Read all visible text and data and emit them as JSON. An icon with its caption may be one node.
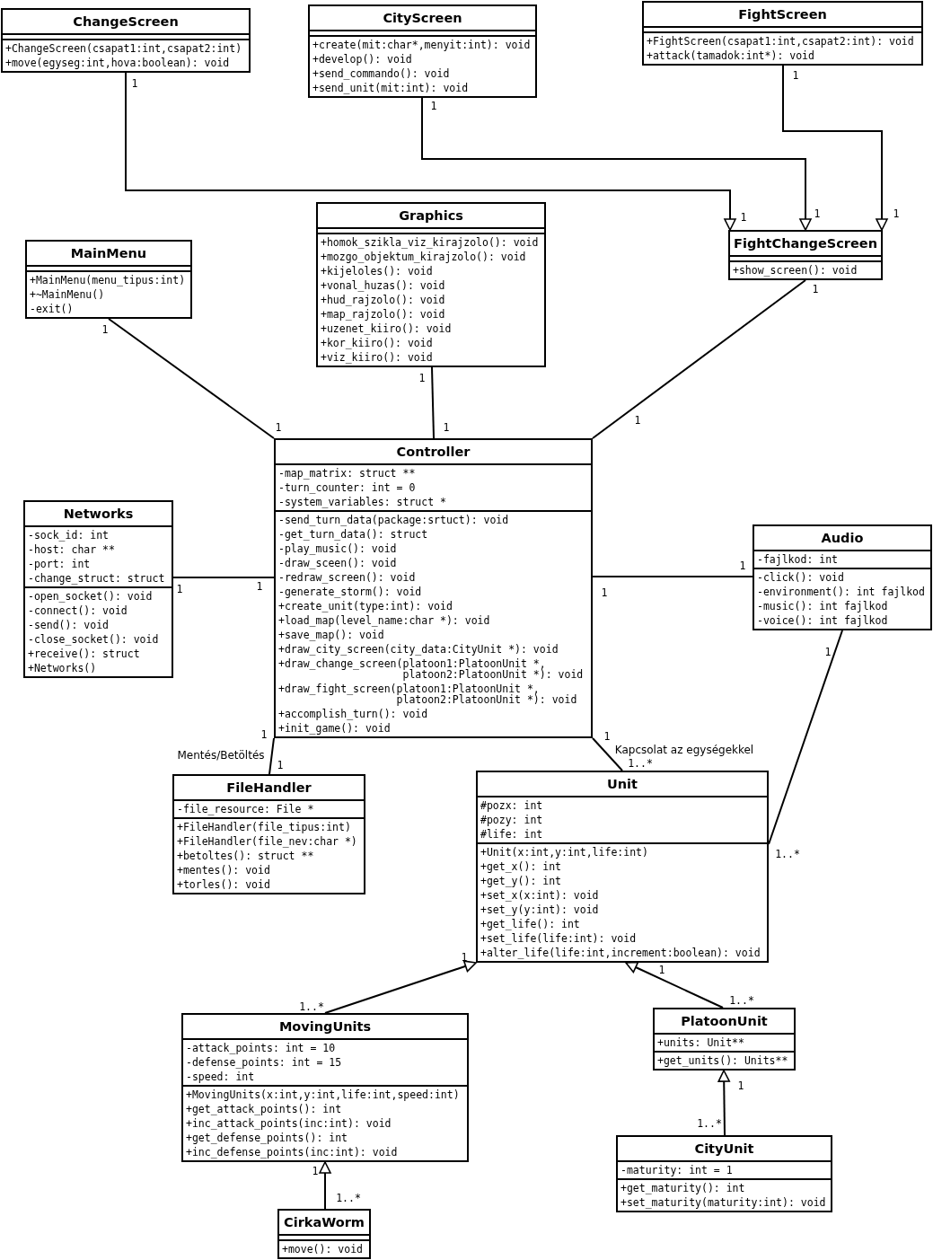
{
  "diagram": {
    "nodes": [
      {
        "text": [
          "ChangeScreen"
        ]
      },
      {
        "text": [],
        "shape": "box",
        "in": 0
      },
      {
        "text": [
          "+ChangeScreen(csapat1:int,csapat2:int)",
          "+move(egyseg:int,hova:boolean): void"
        ],
        "in": 0
      },
      {
        "text": [
          "CityScreen"
        ]
      },
      {
        "text": [],
        "shape": "box",
        "in": 3
      },
      {
        "text": [
          "+create(mit:char*,menyit:int): void",
          "+develop(): void",
          "+send_commando(): void",
          "+send_unit(mit:int): void"
        ],
        "in": 3
      },
      {
        "text": [
          "FightScreen"
        ]
      },
      {
        "text": [],
        "shape": "box",
        "in": 6
      },
      {
        "text": [
          "+FightScreen(csapat1:int,csapat2:int): void",
          "+attack(tamadok:int*): void"
        ],
        "in": 6
      },
      {
        "text": [
          "Graphics"
        ]
      },
      {
        "text": [],
        "shape": "box",
        "in": 9
      },
      {
        "text": [
          "+homok_szikla_viz_kirajzolo(): void",
          "+mozgo_objektum_kirajzolo(): void",
          "+kijeloles(): void",
          "+vonal_huzas(): void",
          "+hud_rajzolo(): void",
          "+map_rajzolo(): void",
          "+uzenet_kiiro(): void",
          "+kor_kiiro(): void",
          "+viz_kiiro(): void"
        ],
        "in": 9
      },
      {
        "text": [
          "FightChangeScreen"
        ]
      },
      {
        "text": [],
        "shape": "box",
        "in": 12
      },
      {
        "text": [
          "+show_screen(): void"
        ],
        "in": 12
      },
      {
        "text": [
          "MainMenu"
        ]
      },
      {
        "text": [],
        "shape": "box",
        "in": 15
      },
      {
        "text": [
          "+MainMenu(menu_tipus:int)",
          "+~MainMenu()",
          "-exit()"
        ],
        "in": 15
      },
      {
        "text": [
          "Controller"
        ]
      },
      {
        "text": [
          "-map_matrix: struct **",
          "-turn_counter: int = 0",
          "-system_variables: struct *"
        ],
        "in": 18
      },
      {
        "text": [
          "-send_turn_data(package:srtuct): void",
          "-get_turn_data(): struct",
          "-play_music(): void",
          "-draw_sceen(): void",
          "-redraw_screen(): void",
          "-generate_storm(): void",
          "+create_unit(type:int): void",
          "+load_map(level_name:char *): void",
          "+save_map(): void",
          "+draw_city_screen(city_data:CityUnit *): void",
          "+draw_change_screen(platoon1:PlatoonUnit *, platoon2:PlatoonUnit *): void",
          "+draw_fight_screen(platoon1:PlatoonUnit *, platoon2:PlatoonUnit *): void",
          "+accomplish_turn(): void",
          "+init_game(): void"
        ],
        "in": 18
      },
      {
        "text": [
          "Networks"
        ]
      },
      {
        "text": [
          "-sock_id: int",
          "-host: char **",
          "-port: int",
          "-change_struct: struct"
        ],
        "in": 21
      },
      {
        "text": [
          "-open_socket(): void",
          "-connect(): void",
          "-send(): void",
          "-close_socket(): void",
          "+receive(): struct",
          "+Networks()"
        ],
        "in": 21
      },
      {
        "text": [
          "Audio"
        ]
      },
      {
        "text": [
          "-fajlkod: int"
        ],
        "in": 24
      },
      {
        "text": [
          "-click(): void",
          "-environment(): int fajlkod",
          "-music(): int fajlkod",
          "-voice(): int fajlkod"
        ],
        "in": 24
      },
      {
        "text": [
          "FileHandler"
        ]
      },
      {
        "text": [
          "-file_resource: File *"
        ],
        "in": 27
      },
      {
        "text": [
          "+FileHandler(file_tipus:int)",
          "+FileHandler(file_nev:char *)",
          "+betoltes(): struct **",
          "+mentes(): void",
          "+torles(): void"
        ],
        "in": 27
      },
      {
        "text": [
          "Unit"
        ]
      },
      {
        "text": [
          "#pozx: int",
          "#pozy: int",
          "#life: int"
        ],
        "in": 30
      },
      {
        "text": [
          "+Unit(x:int,y:int,life:int)",
          "+get_x(): int",
          "+get_y(): int",
          "+set_x(x:int): void",
          "+set_y(y:int): void",
          "+get_life(): int",
          "+set_life(life:int): void",
          "+alter_life(life:int,increment:boolean): void"
        ],
        "in": 30
      },
      {
        "text": [
          "PlatoonUnit"
        ]
      },
      {
        "text": [
          "+units: Unit**"
        ],
        "in": 33
      },
      {
        "text": [
          "+get_units(): Units**"
        ],
        "in": 33
      },
      {
        "text": [
          "MovingUnits"
        ]
      },
      {
        "text": [
          "-attack_points: int = 10",
          "-defense_points: int = 15",
          "-speed: int"
        ],
        "in": 36
      },
      {
        "text": [
          "+MovingUnits(x:int,y:int,life:int,speed:int)",
          "+get_attack_points(): int",
          "+inc_attack_points(inc:int): void",
          "+get_defense_points(): int",
          "+inc_defense_points(inc:int): void"
        ],
        "in": 36
      },
      {
        "text": [
          "CityUnit"
        ]
      },
      {
        "text": [
          "-maturity: int = 1"
        ],
        "in": 39
      },
      {
        "text": [
          "+get_maturity(): int",
          "+set_maturity(maturity:int): void"
        ],
        "in": 39
      },
      {
        "text": [
          "CirkaWorm"
        ]
      },
      {
        "text": [],
        "shape": "box",
        "in": 42
      },
      {
        "text": [
          "+move(): void"
        ],
        "in": 42
      }
    ],
    "edges": [
      {
        "from": 0,
        "to": 12,
        "arrow": "to"
      },
      {
        "from": 3,
        "to": 12,
        "arrow": "to"
      },
      {
        "from": 6,
        "to": 12,
        "arrow": "to"
      },
      {
        "from": 15,
        "to": 18,
        "arrow": "none"
      },
      {
        "from": 9,
        "to": 18,
        "arrow": "none"
      },
      {
        "from": 12,
        "to": 18,
        "arrow": "none"
      },
      {
        "from": 21,
        "to": 18,
        "arrow": "none"
      },
      {
        "from": 18,
        "to": 24,
        "arrow": "none"
      },
      {
        "from": 18,
        "to": 27,
        "arrow": "none",
        "label": "Mentés/Betöltés"
      },
      {
        "from": 18,
        "to": 30,
        "arrow": "none",
        "label": "Kapcsolat az egységekkel"
      },
      {
        "from": 24,
        "to": 30,
        "arrow": "none"
      },
      {
        "from": 36,
        "to": 30,
        "arrow": "to"
      },
      {
        "from": 33,
        "to": 30,
        "arrow": "to"
      },
      {
        "from": 39,
        "to": 33,
        "arrow": "to"
      },
      {
        "from": 42,
        "to": 36,
        "arrow": "to"
      }
    ],
    "labels": [
      "1",
      "1",
      "1",
      "1",
      "1",
      "1",
      "1",
      "1",
      "1",
      "1",
      "1",
      "1",
      "1",
      "1",
      "1",
      "1",
      "1",
      "1",
      "1",
      "1..*",
      "1",
      "1..*",
      "1",
      "1",
      "1..*",
      "1..*",
      "1",
      "1..*",
      "1",
      "1..*"
    ]
  }
}
